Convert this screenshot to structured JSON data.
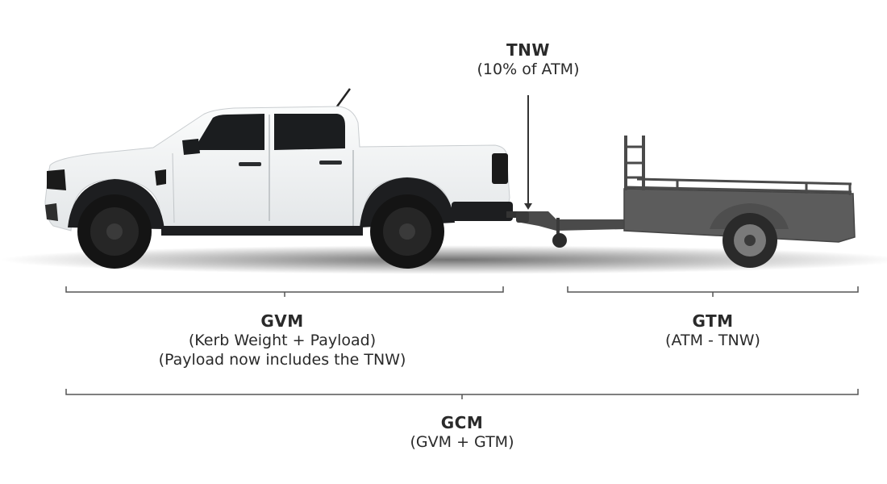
{
  "labels": {
    "tnw": {
      "title": "TNW",
      "sub": "(10% of ATM)"
    },
    "gvm": {
      "title": "GVM",
      "sub1": "(Kerb Weight + Payload)",
      "sub2": "(Payload now includes the TNW)"
    },
    "gtm": {
      "title": "GTM",
      "sub": "(ATM - TNW)"
    },
    "gcm": {
      "title": "GCM",
      "sub": "(GVM + GTM)"
    }
  },
  "colors": {
    "truck_body": "#f1f3f4",
    "trailer": "#5a5a5a",
    "bracket": "#555555",
    "text": "#2a2a2a"
  }
}
